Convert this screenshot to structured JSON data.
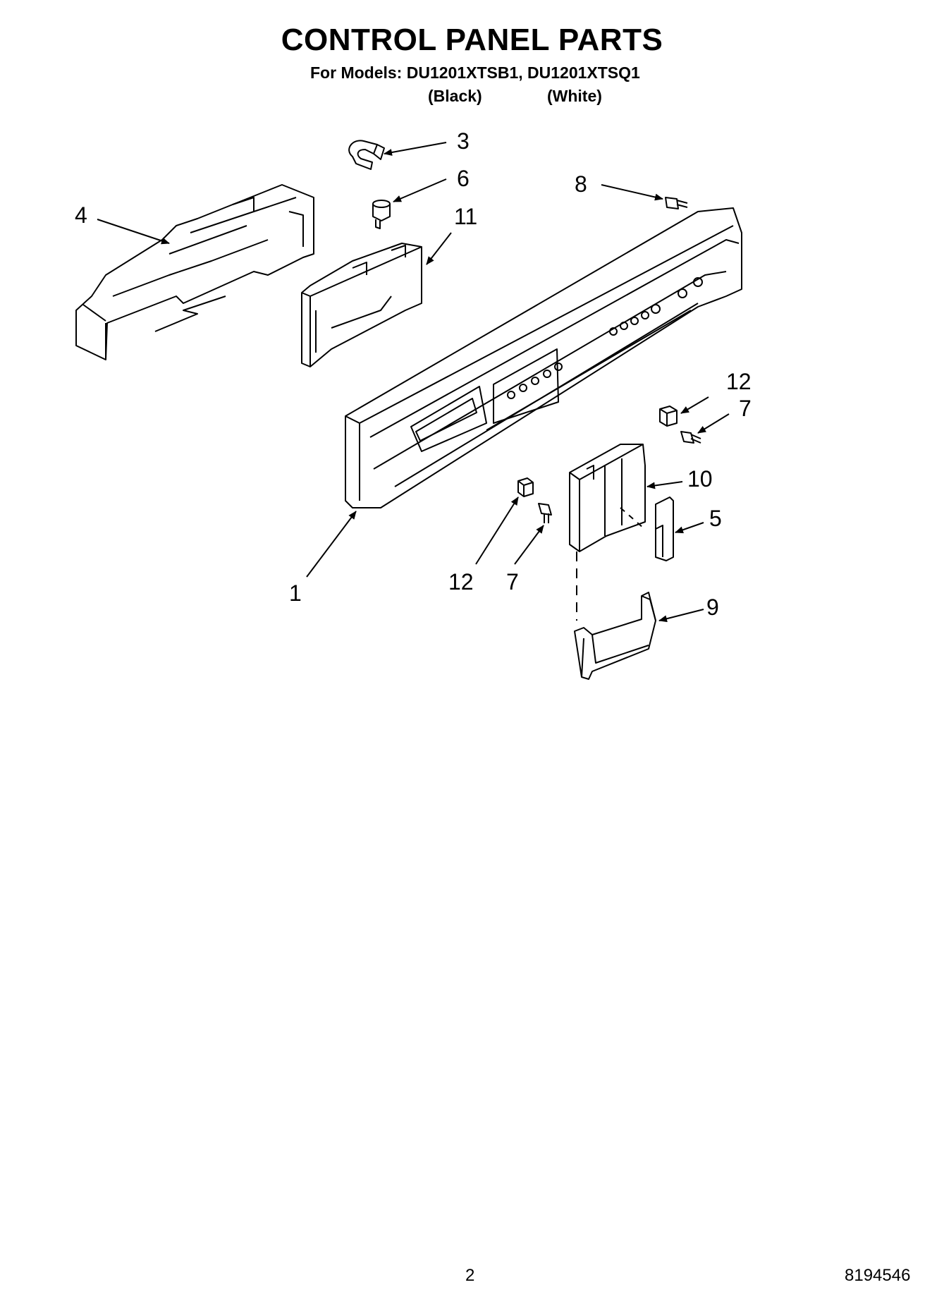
{
  "header": {
    "title": "CONTROL PANEL PARTS",
    "models": "For Models: DU1201XTSB1, DU1201XTSQ1",
    "variants": [
      "(Black)",
      "(White)"
    ]
  },
  "callouts": [
    "3",
    "6",
    "8",
    "4",
    "11",
    "12",
    "7",
    "10",
    "5",
    "1",
    "12",
    "7",
    "9"
  ],
  "footer": {
    "page_number": "2",
    "document_number": "8194546"
  }
}
